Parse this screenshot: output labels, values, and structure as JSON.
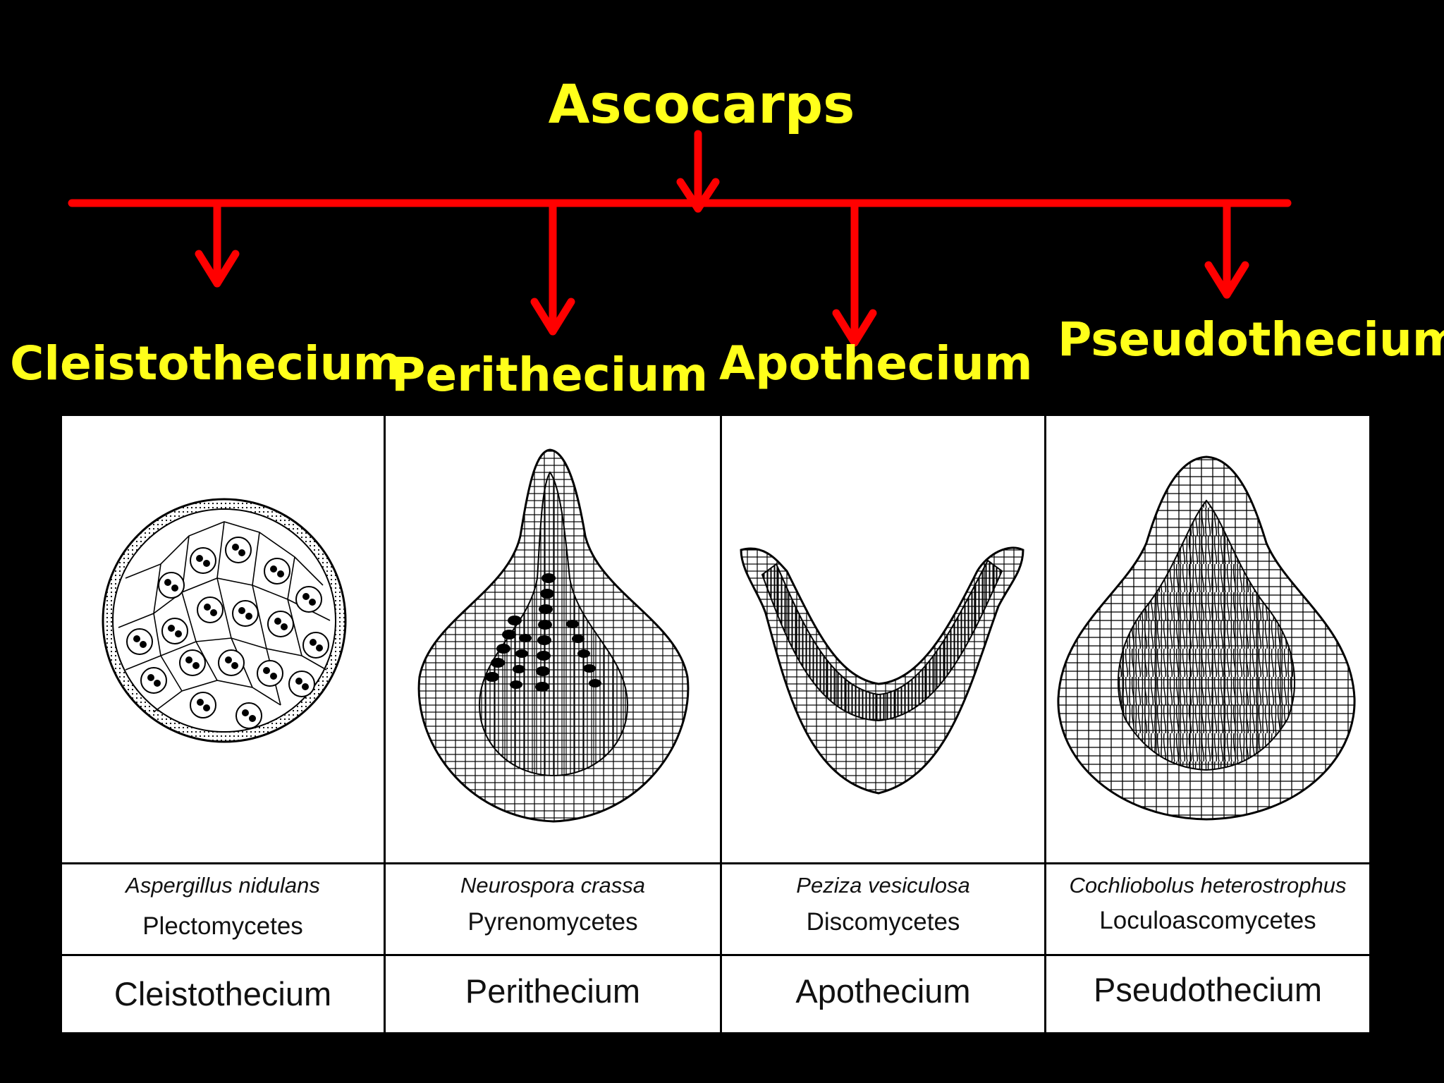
{
  "title": "Ascocarps",
  "colors": {
    "background": "#000000",
    "label": "#ffff1a",
    "arrow": "#ff0000"
  },
  "types": [
    {
      "label": "Cleistothecium",
      "species": "Aspergillus nidulans",
      "class": "Plectomycetes",
      "name": "Cleistothecium"
    },
    {
      "label": "Perithecium",
      "species": "Neurospora crassa",
      "class": "Pyrenomycetes",
      "name": "Perithecium"
    },
    {
      "label": "Apothecium",
      "species": "Peziza vesiculosa",
      "class": "Discomycetes",
      "name": "Apothecium"
    },
    {
      "label": "Pseudothecium",
      "species": "Cochliobolus heterostrophus",
      "class": "Loculoascomycetes",
      "name": "Pseudothecium"
    }
  ]
}
